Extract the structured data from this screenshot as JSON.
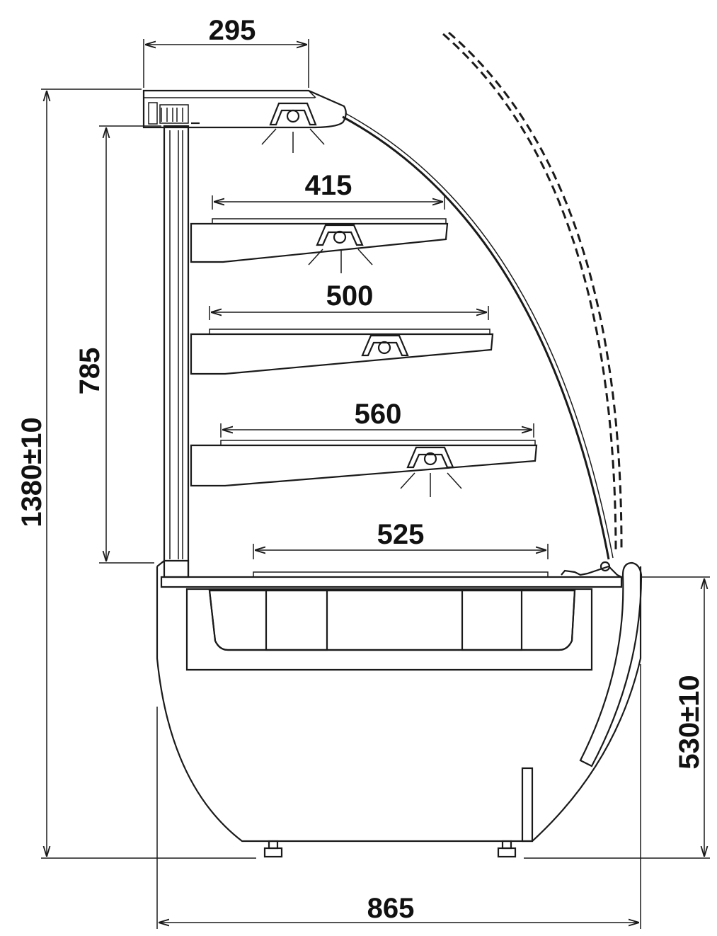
{
  "dimensions": {
    "top_depth": "295",
    "shelf_1": "415",
    "shelf_2": "500",
    "shelf_3": "560",
    "base_shelf": "525",
    "shelving_height": "785",
    "total_height": "1380±10",
    "counter_height": "530±10",
    "total_depth": "865"
  },
  "colors": {
    "line": "#1a1a1a",
    "shelf_glass": "#6fd3d3",
    "cooling_block": "#00aeef",
    "insulation": "#fde9bf",
    "wood": "#d4a878"
  },
  "icons": {
    "lamp": "lamp-icon",
    "door_hinge": "hinge-icon"
  }
}
